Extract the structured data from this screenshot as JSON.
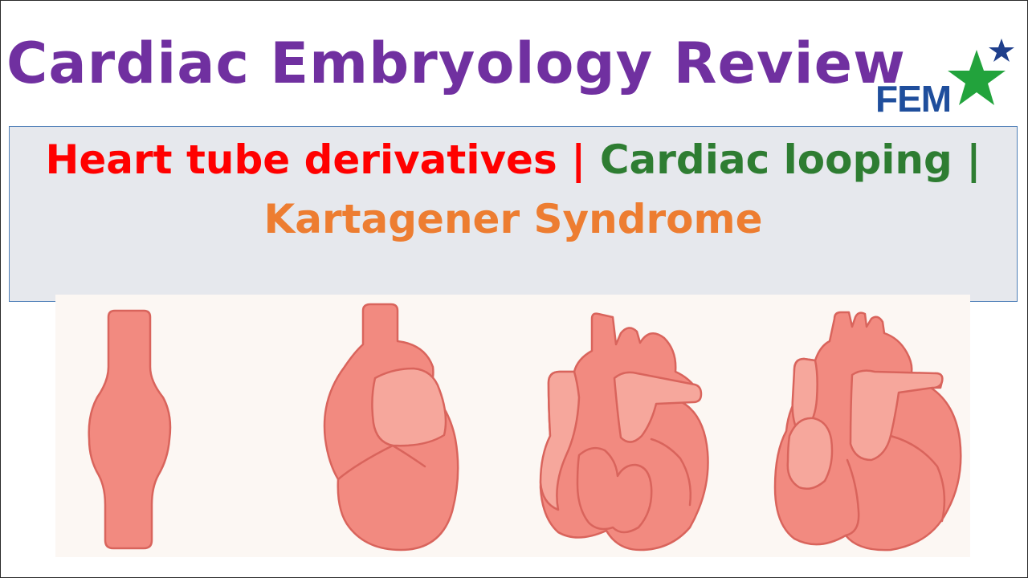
{
  "title": {
    "text": "Cardiac Embryology Review",
    "color": "#7030a0"
  },
  "logo": {
    "text": "FEM",
    "text_color": "#1f4e9c",
    "star_color": "#22a33c",
    "small_star_color": "#1f3f8c"
  },
  "subtitle": {
    "line1": [
      {
        "text": "Heart tube derivatives |",
        "color": "#ff0000"
      },
      {
        "text": "Cardiac looping |",
        "color": "#2e7d32"
      }
    ],
    "line2": [
      {
        "text": "Kartagener Syndrome",
        "color": "#ed7d31"
      }
    ],
    "box_background": "#e6e8ed",
    "box_border": "#4f7fb8"
  },
  "illustration": {
    "stages": [
      "straight-heart-tube",
      "looped-heart",
      "developing-heart-section",
      "mature-heart-section"
    ],
    "fill_color": "#f28a80",
    "light_fill_color": "#f6a79c",
    "outline_color": "#d9645c",
    "background": "#fcf7f3"
  }
}
